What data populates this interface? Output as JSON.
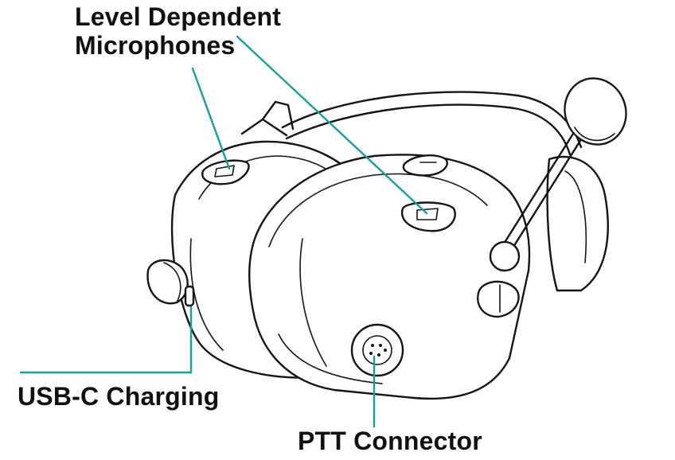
{
  "labels": {
    "mic_line1": "Level Dependent",
    "mic_line2": "Microphones",
    "usb": "USB-C Charging",
    "ptt": "PTT Connector"
  },
  "icons": [
    "headset-illustration",
    "microphone-port-icon",
    "usb-c-port-icon",
    "ptt-connector-icon",
    "boom-microphone-icon"
  ],
  "colors": {
    "callout": "#1a9e98",
    "outline": "#151515",
    "background": "#ffffff"
  }
}
